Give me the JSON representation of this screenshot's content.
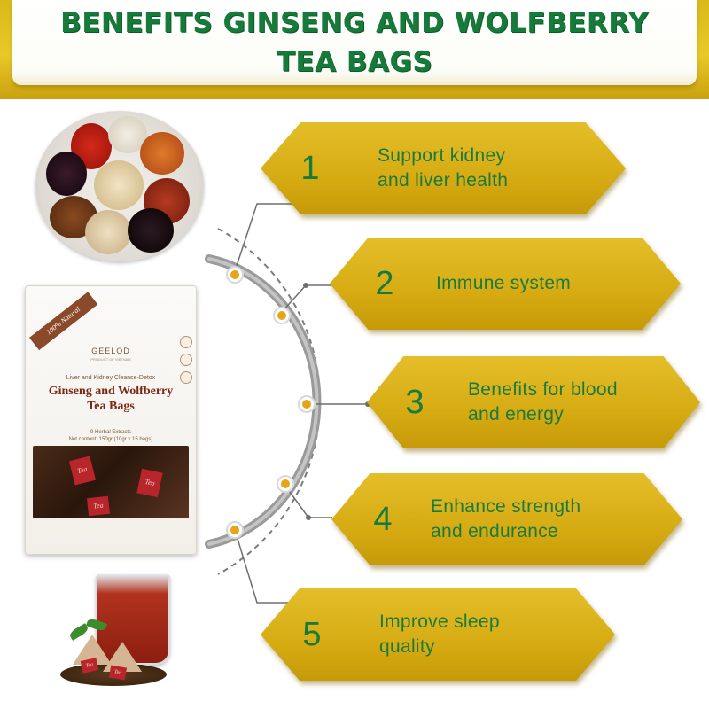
{
  "header": {
    "title_line1": "BENEFITS GINSENG AND WOLFBERRY",
    "title_line2": "TEA BAGS"
  },
  "package": {
    "ribbon": "100% Natural",
    "brand": "GEELOD",
    "brand_sub": "PRODUCT OF VIETNAM",
    "tagline": "Liver and Kidney Cleanse-Detox",
    "name_line1": "Ginseng and Wolfberry",
    "name_line2": "Tea Bags",
    "extracts": "9 Herbal Extracts",
    "net_content": "Net content: 150gr (10gr x 15 bags)",
    "bag_tag_text": "Tea"
  },
  "benefits": [
    {
      "number": "1",
      "line1": "Support kidney",
      "line2": "and liver health"
    },
    {
      "number": "2",
      "line1": "Immune system",
      "line2": ""
    },
    {
      "number": "3",
      "line1": "Benefits for blood",
      "line2": "and energy"
    },
    {
      "number": "4",
      "line1": "Enhance strength",
      "line2": "and endurance"
    },
    {
      "number": "5",
      "line1": "Improve sleep",
      "line2": "quality"
    }
  ],
  "colors": {
    "title_green": "#157a3a",
    "text_green": "#1a7a3c",
    "gold": "#d6ab12",
    "arc_gray": "#8f8f8f",
    "dot_orange": "#e8a417"
  }
}
